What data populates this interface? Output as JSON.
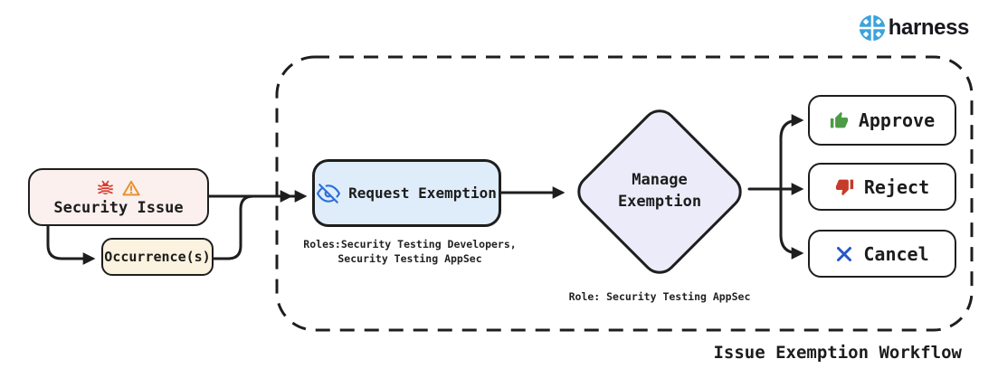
{
  "logo": {
    "text": "harness"
  },
  "title": "Issue Exemption Workflow",
  "nodes": {
    "security_issue": {
      "label": "Security Issue"
    },
    "occurrences": {
      "label": "Occurrence(s)"
    },
    "request_exemption": {
      "label": "Request Exemption",
      "roles_line1": "Roles:Security Testing Developers,",
      "roles_line2": "Security Testing AppSec"
    },
    "manage_exemption": {
      "label_line1": "Manage",
      "label_line2": "Exemption",
      "role_note": "Role: Security Testing AppSec"
    },
    "approve": {
      "label": "Approve"
    },
    "reject": {
      "label": "Reject"
    },
    "cancel": {
      "label": "Cancel"
    }
  },
  "colors": {
    "border_dark": "#1e1e1e",
    "text_dark": "#1c1c1c",
    "security_issue_fill": "#fbf0ee",
    "occurrences_fill": "#fbf2df",
    "request_exemption_fill": "#dfedfb",
    "manage_exemption_fill": "#ecebfa",
    "action_fill": "#ffffff",
    "bug_red": "#d93a2b",
    "warning_orange": "#e8922f",
    "eye_blue": "#2f6fd6",
    "approve_green": "#4e9b47",
    "reject_red": "#c63b2a",
    "cancel_blue": "#2456c9",
    "harness_blue": "#3ba3dc"
  }
}
